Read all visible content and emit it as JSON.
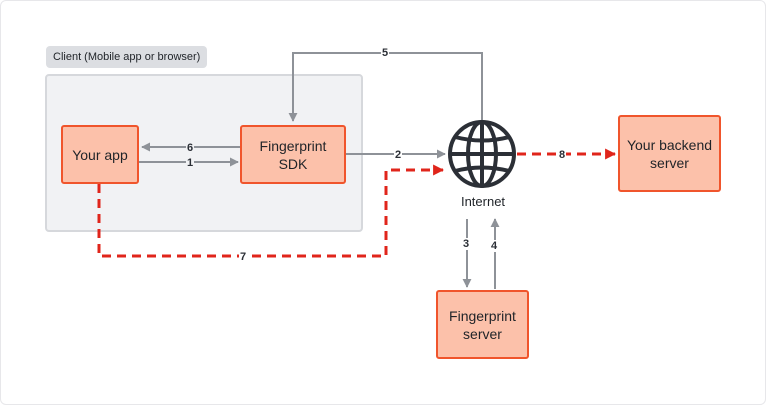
{
  "client_group": {
    "label": "Client (Mobile app or browser)"
  },
  "nodes": {
    "your_app": "Your app",
    "fingerprint_sdk": "Fingerprint\nSDK",
    "your_backend_server": "Your backend\nserver",
    "fingerprint_server": "Fingerprint\nserver",
    "internet": "Internet"
  },
  "edges": {
    "e1": "1",
    "e2": "2",
    "e3": "3",
    "e4": "4",
    "e5": "5",
    "e6": "6",
    "e7": "7",
    "e8": "8"
  },
  "colors": {
    "node_fill": "#fcc1aa",
    "node_border": "#f0552c",
    "gray_arrow": "#8e9298",
    "red_dashed_arrow": "#e0251b",
    "client_bg": "#f1f2f4"
  },
  "icons": {
    "internet": "globe-icon"
  }
}
